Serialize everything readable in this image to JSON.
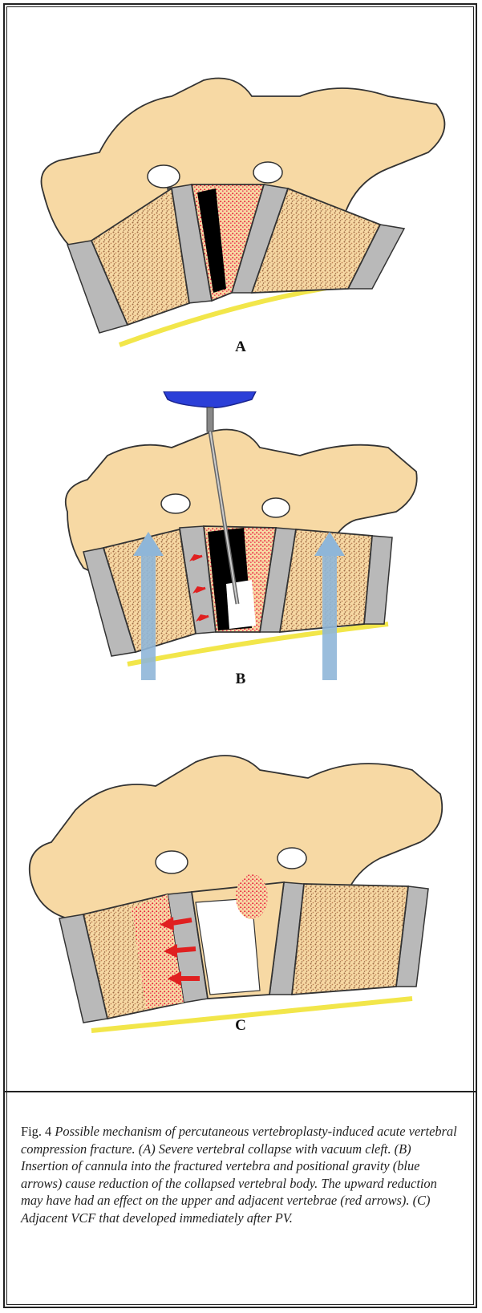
{
  "panels": [
    {
      "label": "A"
    },
    {
      "label": "B"
    },
    {
      "label": "C"
    }
  ],
  "caption": {
    "fig_label": "Fig. 4",
    "text": "Possible mechanism of percutaneous vertebroplasty-induced acute vertebral compression fracture. (A) Severe vertebral collapse with vacuum cleft. (B) Insertion of cannula into the fractured vertebra and positional gravity (blue arrows) cause reduction of the collapsed vertebral body. The upward reduction may have had an effect on the upper and adjacent vertebrae (red arrows). (C) Adjacent VCF that developed immediately after PV."
  },
  "colors": {
    "bone": "#f7d9a4",
    "marrow": "#b07a50",
    "disc": "#b9b9b9",
    "ligament": "#f2e64a",
    "cleft": "#000000",
    "cement": "#ffffff",
    "red_arrow": "#e02020",
    "blue_arrow": "#8fb6d8",
    "cannula_handle": "#2b3fd8"
  }
}
